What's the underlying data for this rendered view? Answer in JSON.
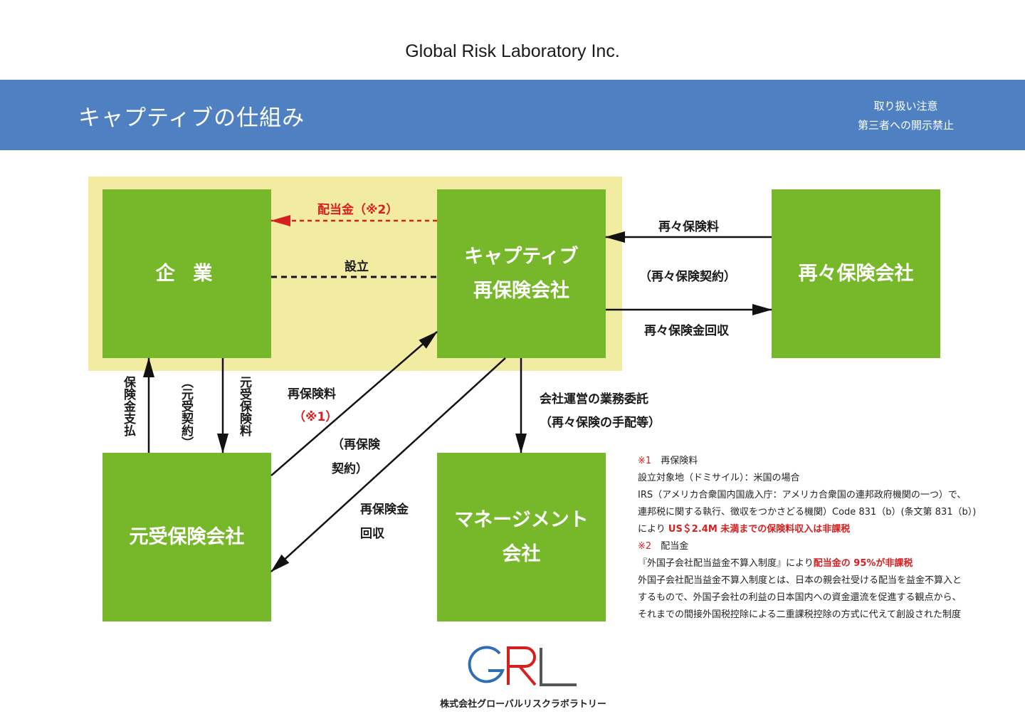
{
  "header": {
    "company_en": "Global Risk Laboratory Inc.",
    "title": "キャプティブの仕組み",
    "notice_line1": "取り扱い注意",
    "notice_line2": "第三者への開示禁止"
  },
  "boxes": {
    "kigyo": "企 業",
    "captive_line1": "キャプティブ",
    "captive_line2": "再保険会社",
    "reinsurer": "再々保険会社",
    "insurer": "元受保険会社",
    "mgmt_line1": "マネージメント",
    "mgmt_line2": "会社"
  },
  "labels": {
    "dividend": "配当金（※2）",
    "establish": "設立",
    "re_premium": "再々保険料",
    "re_contract": "（再々保険契約）",
    "re_claim": "再々保険金回収",
    "claim_payment": "保険金支払",
    "primary_contract": "（元受契約）",
    "primary_premium": "元受保険料",
    "reins_premium": "再保険料",
    "reins_premium_note": "（※1）",
    "reins_contract_line1": "（再保険",
    "reins_contract_line2": "契約）",
    "reins_claim_line1": "再保険金",
    "reins_claim_line2": "回収",
    "mgmt_entrust_line1": "会社運営の業務委託",
    "mgmt_entrust_line2": "（再々保険の手配等）"
  },
  "notes": {
    "n1_mark": "※1",
    "n1_title": "再保険料",
    "n1_l1": "設立対象地（ドミサイル）：米国の場合",
    "n1_l2": "IRS（アメリカ合衆国内国歳入庁：アメリカ合衆国の連邦政府機関の一つ）で、",
    "n1_l3": "連邦税に関する執行、徴収をつかさどる機関）Code 831（b）(条文第 831（b）)",
    "n1_l4_pre": "により",
    "n1_l4_red": "US＄2.4M 未満までの保険料収入は非課税",
    "n2_mark": "※2",
    "n2_title": "配当金",
    "n2_l1_pre": "『外国子会社配当益金不算入制度』により",
    "n2_l1_red": "配当金の 95%が非課税",
    "n2_l2": "外国子会社配当益金不算入制度とは、日本の親会社受ける配当を益金不算入と",
    "n2_l3": "するもので、外国子会社の利益の日本国内への資金還流を促進する観点から、",
    "n2_l4": "それまでの間接外国税控除による二重課税控除の方式に代えて創設された制度"
  },
  "footer": {
    "company_jp": "株式会社グローバルリスクラボラトリー"
  },
  "colors": {
    "header_blue": "#4f80c2",
    "box_green": "#77b82a",
    "zone_yellow": "#f2eca3",
    "accent_red": "#d62020"
  }
}
